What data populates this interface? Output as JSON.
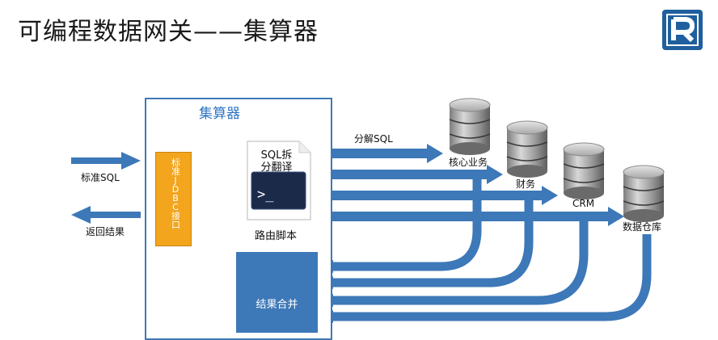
{
  "page": {
    "title": "可编程数据网关——集算器"
  },
  "gateway": {
    "name": "集算器",
    "jdbc_label": "标准JDBC接口",
    "script_doc_line1": "SQL拆",
    "script_doc_line2": "分翻译",
    "script_label": "路由脚本",
    "merge_label": "结果合并"
  },
  "flows": {
    "input_label": "标准SQL",
    "output_label": "返回结果",
    "split_label": "分解SQL"
  },
  "databases": [
    {
      "label": "核心业务"
    },
    {
      "label": "财务"
    },
    {
      "label": "CRM"
    },
    {
      "label": "数据仓库"
    }
  ],
  "colors": {
    "blue": "#3d78b8",
    "orange": "#f2a51d",
    "title_blue": "#2e75c2"
  }
}
